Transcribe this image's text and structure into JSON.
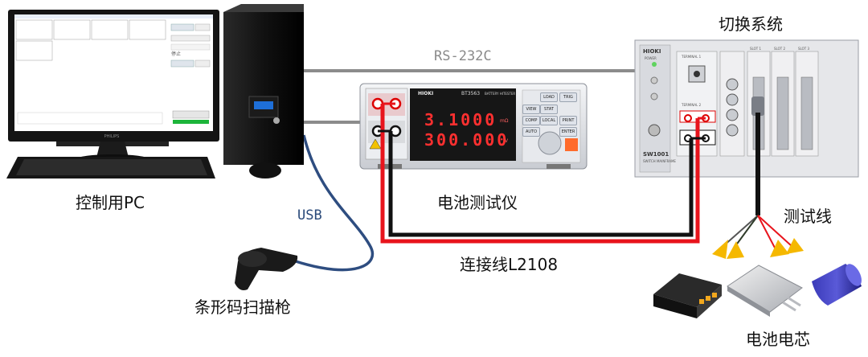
{
  "labels": {
    "pc": "控制用PC",
    "tester": "电池测试仪",
    "switch_system": "切换系统",
    "scanner": "条形码扫描枪",
    "cells": "电池电芯",
    "test_lead": "测试线",
    "cable": "连接线L2108",
    "rs232c": "RS-232C",
    "usb": "USB"
  },
  "tester": {
    "brand": "HIOKI",
    "model": "BT3563",
    "model_desc": "BATTERY HITESTER",
    "resistance": "3.1000",
    "voltage": "300.000",
    "res_unit": "mΩ",
    "volt_unit": "V",
    "keys": [
      "LOAD",
      "TRIG",
      "VIEW",
      "STAT",
      "COMP",
      "LOCAL",
      "PRINT",
      "ENTER",
      "AUTO"
    ]
  },
  "switch_unit": {
    "brand": "HIOKI",
    "model": "SW1001",
    "model_desc": "SWITCH MAINFRAME",
    "power": "POWER",
    "slots": [
      "SLOT 1",
      "SLOT 2",
      "SLOT 3"
    ],
    "terminals": [
      "TERMINAL 1",
      "TERMINAL 2"
    ]
  },
  "pc_screen": {
    "stop_button": "停止",
    "monitor_brand": "PHILIPS"
  },
  "colors": {
    "red_lead": "#e8141c",
    "black_lead": "#111111",
    "usb_cable": "#2e4d80",
    "rs232": "#8c8c8c",
    "arrow": "#f5b800"
  }
}
